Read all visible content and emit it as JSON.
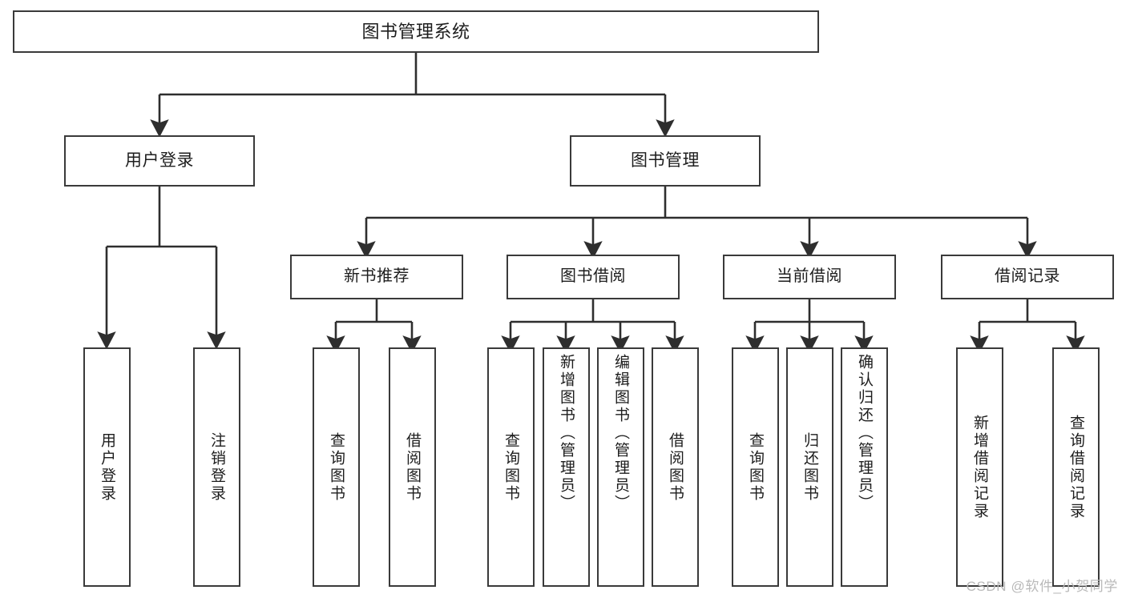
{
  "diagram": {
    "title": "图书管理系统",
    "type": "tree-hierarchy-chart",
    "watermark": "CSDN @软件_小贺同学",
    "colors": {
      "background": "#ffffff",
      "box_border": "#3a3a3a",
      "box_fill": "#ffffff",
      "edge": "#2e2e2e",
      "text": "#1d1d1d",
      "watermark": "#b9b9b9"
    },
    "root": {
      "label": "图书管理系统"
    },
    "level2": [
      {
        "label": "用户登录"
      },
      {
        "label": "图书管理"
      }
    ],
    "level3": [
      {
        "label": "新书推荐"
      },
      {
        "label": "图书借阅"
      },
      {
        "label": "当前借阅"
      },
      {
        "label": "借阅记录"
      }
    ],
    "leaves": {
      "user_login": [
        {
          "label": "用户登录"
        },
        {
          "label": "注销登录"
        }
      ],
      "new_book_recommend": [
        {
          "label": "查询图书"
        },
        {
          "label": "借阅图书"
        }
      ],
      "book_borrow": [
        {
          "label": "查询图书"
        },
        {
          "label": "新增图书（管理员）"
        },
        {
          "label": "编辑图书（管理员）"
        },
        {
          "label": "借阅图书"
        }
      ],
      "current_borrow": [
        {
          "label": "查询图书"
        },
        {
          "label": "归还图书"
        },
        {
          "label": "确认归还（管理员）"
        }
      ],
      "borrow_record": [
        {
          "label": "新增借阅记录"
        },
        {
          "label": "查询借阅记录"
        }
      ]
    }
  }
}
